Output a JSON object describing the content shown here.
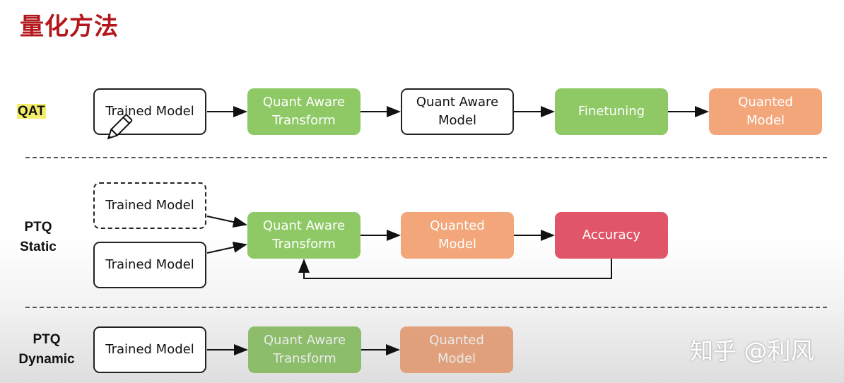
{
  "title": "量化方法",
  "rows": {
    "qat": {
      "label": "QAT",
      "boxes": [
        "Trained Model",
        "Quant Aware\nTransform",
        "Quant Aware\nModel",
        "Finetuning",
        "Quanted\nModel"
      ]
    },
    "ptq_static": {
      "label": "PTQ\nStatic",
      "boxes": [
        "Trained Model",
        "Trained Model",
        "Quant Aware\nTransform",
        "Quanted\nModel",
        "Accuracy"
      ]
    },
    "ptq_dynamic": {
      "label": "PTQ\nDynamic",
      "boxes": [
        "Trained Model",
        "Quant Aware\nTransform",
        "Quanted\nModel"
      ]
    }
  },
  "watermark": "知乎 @利风",
  "colors": {
    "title": "#b3171b",
    "green": "#8ec965",
    "orange": "#f3a67a",
    "red": "#e05568",
    "highlight": "#f4ef6b"
  },
  "icons": {
    "cursor": "pencil-icon"
  }
}
